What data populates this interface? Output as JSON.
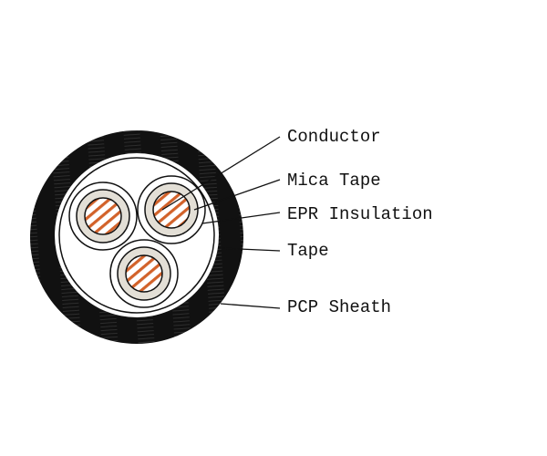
{
  "labels": {
    "conductor": "Conductor",
    "mica_tape": "Mica Tape",
    "epr_insulation": "EPR Insulation",
    "tape": "Tape",
    "pcp_sheath": "PCP Sheath"
  },
  "colors": {
    "sheath": "#111111",
    "insulation": "#e3dfd6",
    "copper": "#d2622a"
  }
}
